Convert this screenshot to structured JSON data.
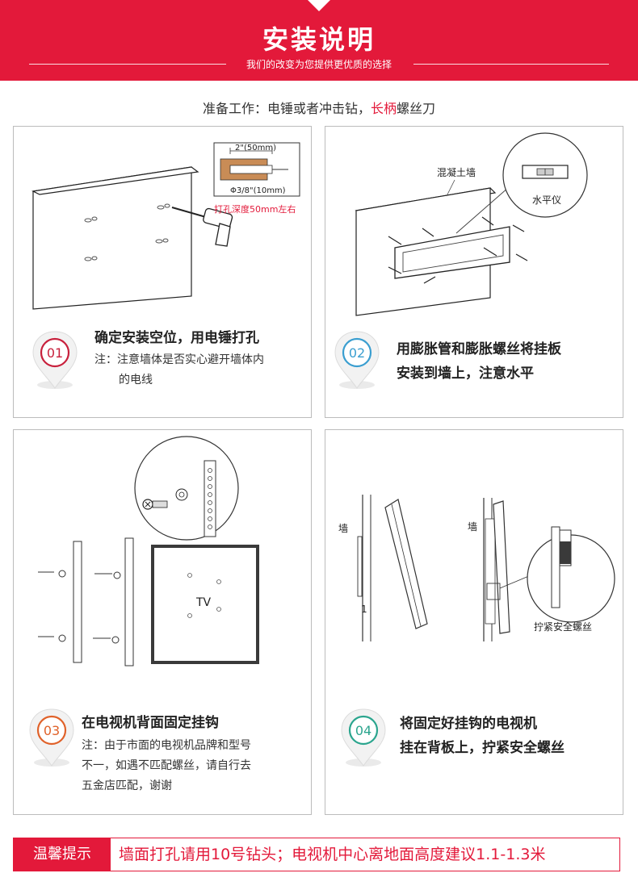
{
  "header": {
    "title": "安装说明",
    "subtitle": "我们的改变为您提供更优质的选择",
    "color": "#e3193a"
  },
  "prep": {
    "prefix": "准备工作：电锤或者冲击钻，",
    "highlight": "长柄",
    "suffix": "螺丝刀"
  },
  "steps": [
    {
      "num": "01",
      "title": "确定安装空位，用电锤打孔",
      "note_line1": "注：注意墙体是否实心避开墙体内",
      "note_line2": "的电线",
      "pin_color": "#c8203c",
      "diagram": {
        "dim_top": "2\"(50mm)",
        "dim_bottom": "Φ3/8\"(10mm)",
        "depth_label": "打孔深度50mm左右"
      }
    },
    {
      "num": "02",
      "title_line1": "用膨胀管和膨胀螺丝将挂板",
      "title_line2": "安装到墙上，注意水平",
      "pin_color": "#3a9ed0",
      "diagram": {
        "wall_label": "混凝土墙",
        "level_label": "水平仪"
      }
    },
    {
      "num": "03",
      "title": "在电视机背面固定挂钩",
      "note_line1": "注：由于市面的电视机品牌和型号",
      "note_line2": "不一，如遇不匹配螺丝，请自行去",
      "note_line3": "五金店匹配，谢谢",
      "pin_color": "#e0622a",
      "diagram": {
        "tv_label": "TV"
      }
    },
    {
      "num": "04",
      "title_line1": "将固定好挂钩的电视机",
      "title_line2": "挂在背板上，拧紧安全螺丝",
      "pin_color": "#2ba58e",
      "diagram": {
        "wall_label_a": "墙",
        "wall_label_b": "墙",
        "marker": "1",
        "screw_label": "拧紧安全螺丝"
      }
    }
  ],
  "tip": {
    "label": "温馨提示",
    "text": "墙面打孔请用10号钻头；电视机中心离地面高度建议1.1-1.3米"
  }
}
